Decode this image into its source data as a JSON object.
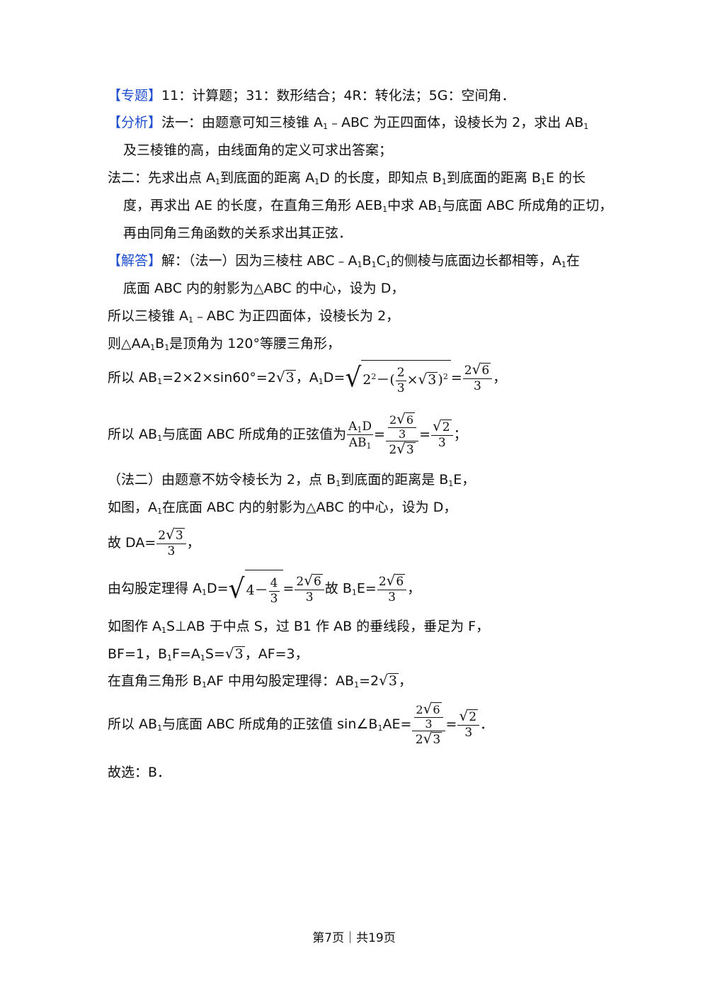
{
  "tags": {
    "topic": "【专题】",
    "analysis": "【分析】",
    "answer": "【解答】"
  },
  "topic_text": "11：计算题；31：数形结合；4R：转化法；5G：空间角．",
  "analysis": {
    "l1_a": "法一：由题意可知三棱锥 A",
    "l1_b": "﹣ABC 为正四面体，设棱长为 2，求出 AB",
    "l2": "及三棱锥的高，由线面角的定义可求出答案；",
    "l3_a": "法二：先求出点 A",
    "l3_b": "到底面的距离 A",
    "l3_c": "D 的长度，即知点 B",
    "l3_d": "到底面的距离 B",
    "l3_e": "E 的长",
    "l4_a": "度，再求出 AE 的长度，在直角三角形 AEB",
    "l4_b": "中求 AB",
    "l4_c": "与底面 ABC 所成角的正切，",
    "l5": "再由同角三角函数的关系求出其正弦．"
  },
  "solution": {
    "s1_a": "解：（法一）因为三棱柱 ABC﹣A",
    "s1_b": "的侧棱与底面边长都相等，A",
    "s1_c": "在",
    "s2": "底面 ABC 内的射影为△ABC 的中心，设为 D，",
    "s3_a": "所以三棱锥 A",
    "s3_b": "﹣ABC 为正四面体，设棱长为 2，",
    "s4_a": "则△AA",
    "s4_b": "是顶角为 120°等腰三角形，",
    "s5_a": "所以 AB",
    "s5_b": "=2×2×sin60°=2",
    "s5_c": "，A",
    "s5_d": "D=",
    "s6_a": "所以 AB",
    "s6_b": "与底面 ABC 所成角的正弦值为",
    "s7_a": "（法二）由题意不妨令棱长为 2，点 B",
    "s7_b": "到底面的距离是 B",
    "s7_c": "E，",
    "s8_a": "如图，A",
    "s8_b": "在底面 ABC 内的射影为△ABC 的中心，设为 D，",
    "s9": "故 DA=",
    "s10_a": "由勾股定理得 A",
    "s10_b": "D=",
    "s10_c": "故 B",
    "s10_d": "E=",
    "s11_a": "如图作 A",
    "s11_b": "S⊥AB 于中点 S，过 B1 作 AB 的垂线段，垂足为 F，",
    "s12_a": "BF=1，B",
    "s12_b": "F=A",
    "s12_c": "S=",
    "s12_d": "，AF=3，",
    "s13_a": "在直角三角形 B",
    "s13_b": "AF 中用勾股定理得：AB",
    "s13_c": "=2",
    "s14_a": "所以 AB",
    "s14_b": "与底面 ABC 所成角的正弦值 sin∠B",
    "s14_c": "AE=",
    "s15": "故选：B．"
  },
  "math": {
    "sub1": "1",
    "two": "2",
    "three": "3",
    "four": "4",
    "six": "6",
    "eq": "=",
    "comma": "，",
    "semicolon": "；",
    "period": "．",
    "radical": "√",
    "times": "×",
    "minus": "﹣",
    "lparen": "（",
    "rparen": "）",
    "A1D": "A",
    "D": "D",
    "AB": "AB",
    "sq2": "2",
    "after_a1d": "－",
    "d_part": "－(",
    "close_part": ")"
  },
  "footer": "第7页｜共19页"
}
